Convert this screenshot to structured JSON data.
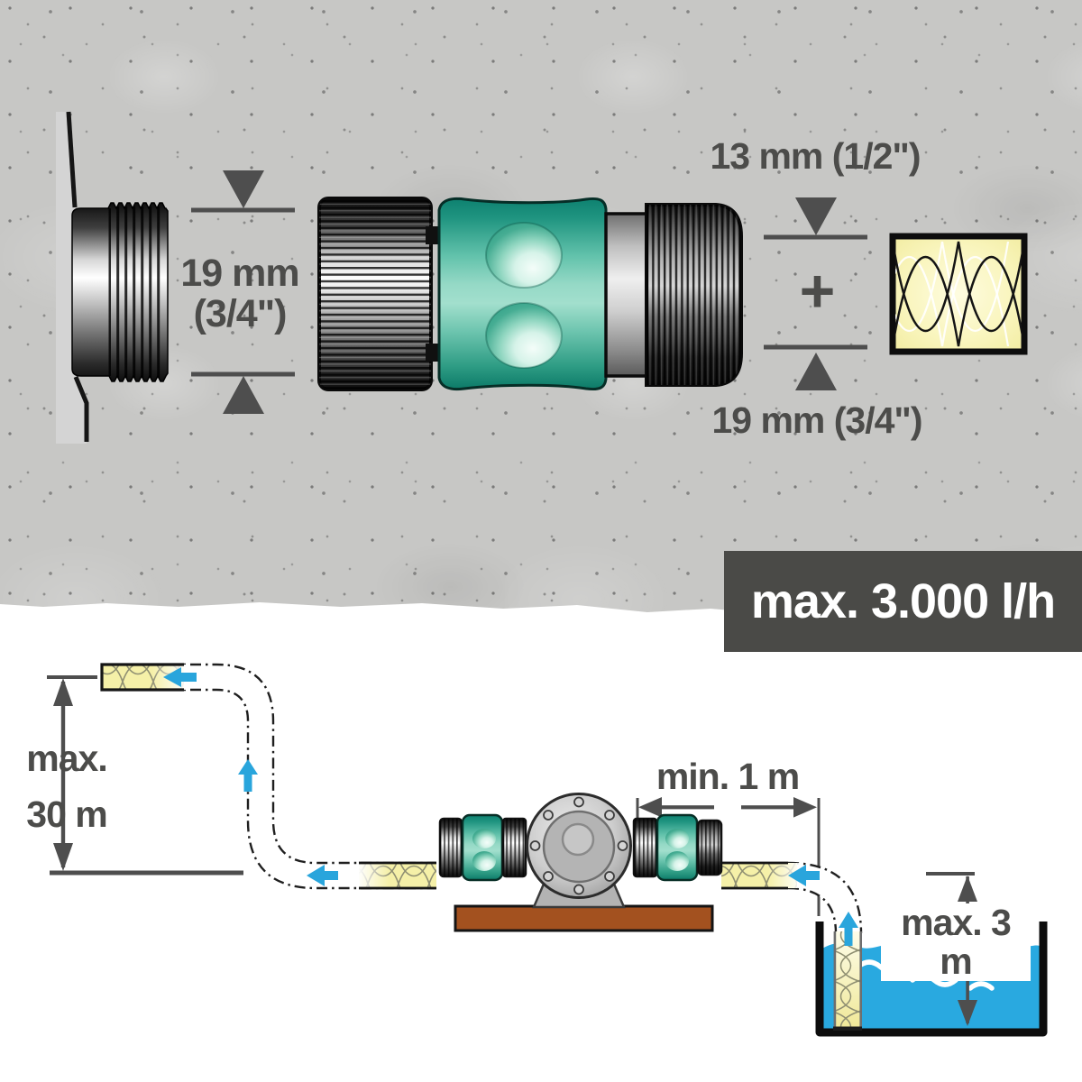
{
  "top_section": {
    "tap_dimension": {
      "line1": "19 mm",
      "line2": "(3/4\")"
    },
    "hose_dimension": {
      "small": "13 mm (1/2\")",
      "plus_sign": "+",
      "large": "19 mm (3/4\")"
    }
  },
  "banner": {
    "label": "max. 3.000 l/h"
  },
  "bottom_section": {
    "delivery_height": {
      "line1": "max.",
      "line2": "30 m"
    },
    "pump_distance": {
      "label": "min. 1 m"
    },
    "suction_depth": {
      "label": "max. 3 m"
    }
  },
  "colors": {
    "concrete_gray": "#c7c7c5",
    "banner_bg": "#4a4a47",
    "banner_text": "#ffffff",
    "dimension_gray": "#4e4e4e",
    "connector_teal": "#2f9e85",
    "hose_yellow": "#f5f0a8",
    "flow_arrow_blue": "#29a5dc",
    "water_blue": "#29a9e0",
    "wood_brown": "#a3511f"
  }
}
